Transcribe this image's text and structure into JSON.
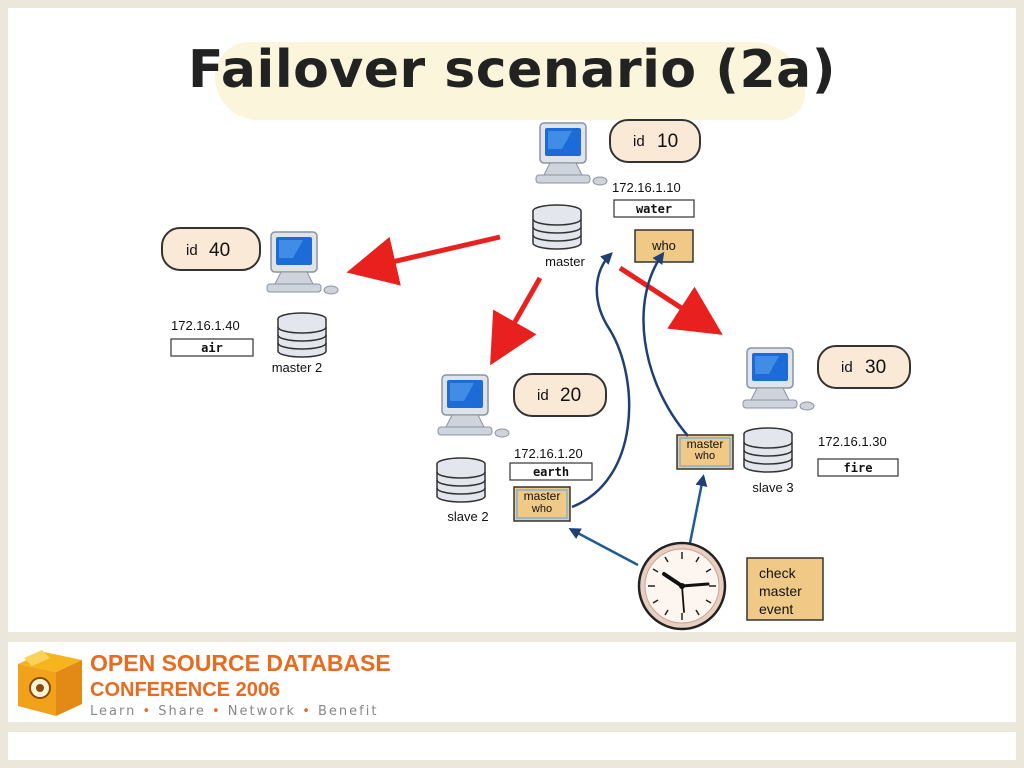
{
  "slide": {
    "title": "Failover scenario (2a)"
  },
  "nodes": {
    "n10": {
      "id_label": "id",
      "id_value": "10",
      "ip": "172.16.1.10",
      "hostname": "water",
      "role": "master",
      "box": "who"
    },
    "n40": {
      "id_label": "id",
      "id_value": "40",
      "ip": "172.16.1.40",
      "hostname": "air",
      "role": "master 2"
    },
    "n20": {
      "id_label": "id",
      "id_value": "20",
      "ip": "172.16.1.20",
      "hostname": "earth",
      "role": "slave 2",
      "box_line1": "master",
      "box_line2": "who"
    },
    "n30": {
      "id_label": "id",
      "id_value": "30",
      "ip": "172.16.1.30",
      "hostname": "fire",
      "role": "slave 3",
      "box_line1": "master",
      "box_line2": "who"
    }
  },
  "event": {
    "line1": "check",
    "line2": "master",
    "line3": "event"
  },
  "footer": {
    "brand_line1": "OPEN SOURCE DATABASE",
    "brand_line2": "CONFERENCE 2006",
    "tag1": "Learn",
    "tag2": "Share",
    "tag3": "Network",
    "tag4": "Benefit"
  },
  "colors": {
    "arrow_red": "#e8201e",
    "arrow_blue": "#1f3f75",
    "box_fill": "#f0c987",
    "pill_fill": "#fbe9d7",
    "brand": "#e86b1f"
  }
}
